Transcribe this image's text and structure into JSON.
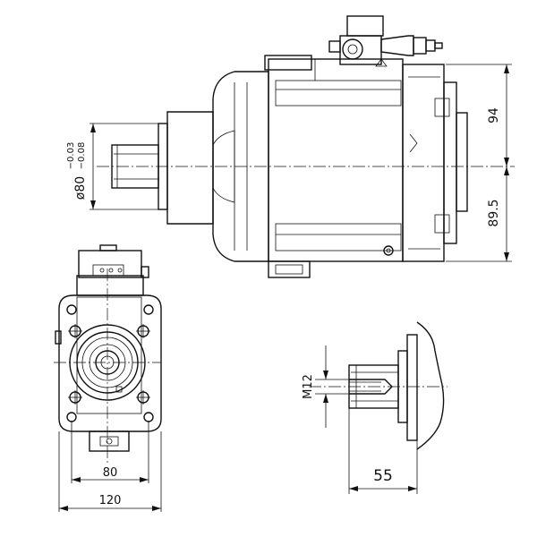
{
  "dimensions": {
    "shaft_diameter": "ø80",
    "shaft_tol_upper": "−0.03",
    "shaft_tol_lower": "−0.08",
    "height_upper": "94",
    "height_lower": "89.5",
    "flange_width_inner": "80",
    "flange_width_outer": "120",
    "thread": "M12",
    "shaft_length": "55"
  }
}
